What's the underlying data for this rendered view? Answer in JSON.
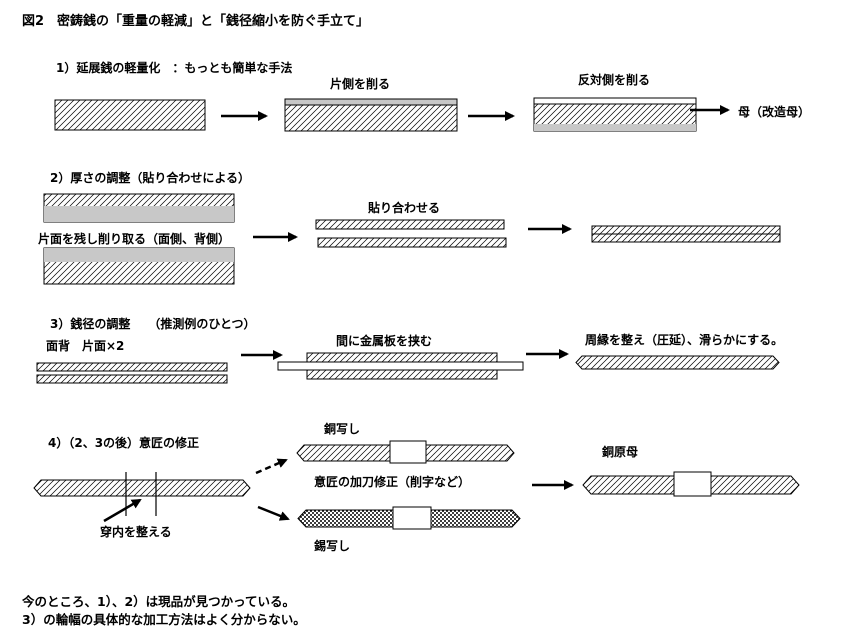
{
  "title": "図2　密鋳銭の「重量の軽減」と「銭径縮小を防ぐ手立て」",
  "section1": {
    "heading": "1）延展銭の軽量化　：もっとも簡単な手法",
    "step1": "片側を削る",
    "step2": "反対側を削る",
    "result": "母（改造母）"
  },
  "section2": {
    "heading": "2）厚さの調整（貼り合わせによる）",
    "left_label": "片面を残し削り取る（面側、背側）",
    "step1": "貼り合わせる"
  },
  "section3": {
    "heading": "3）銭径の調整　　（推測例のひとつ）",
    "left_label": "面背　片面×2",
    "step1": "間に金属板を挟む",
    "step2": "周縁を整え（圧延）、滑らかにする。"
  },
  "section4": {
    "heading": "4）（2、3の後）意匠の修正",
    "copper_copy": "銅写し",
    "design_fix": "意匠の加刀修正（削字など）",
    "tin_copy": "錫写し",
    "copper_mother": "銅原母",
    "hole_label": "穿内を整える"
  },
  "notes": {
    "line1": "今のところ、1）、2）は現品が見つかっている。",
    "line2": "3）の輪幅の具体的な加工方法はよく分からない。"
  },
  "colors": {
    "hatch": "#000000",
    "shade": "#c8c8c8",
    "dot": "#000000"
  }
}
